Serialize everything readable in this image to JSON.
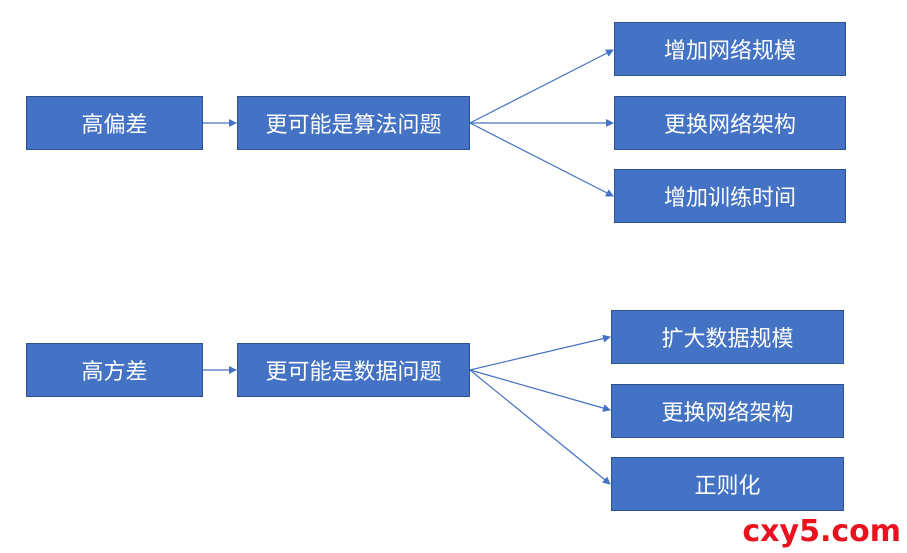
{
  "diagram": {
    "group1": {
      "source": "高偏差",
      "middle": "更可能是算法问题",
      "targets": [
        "增加网络规模",
        "更换网络架构",
        "增加训练时间"
      ]
    },
    "group2": {
      "source": "高方差",
      "middle": "更可能是数据问题",
      "targets": [
        "扩大数据规模",
        "更换网络架构",
        "正则化"
      ]
    }
  },
  "colors": {
    "box_fill": "#4472c4",
    "box_border": "#2f528f",
    "arrow": "#4472c4",
    "text": "#ffffff",
    "watermark": "#e8131f"
  },
  "watermark": {
    "text": "cxy5.com"
  }
}
